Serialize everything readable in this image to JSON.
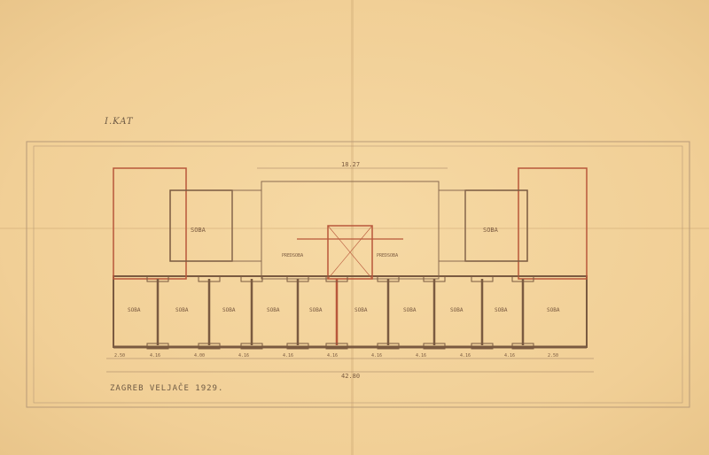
{
  "title": "I.KAT",
  "signature": "ZAGREB VELJAČE 1929.",
  "top_dimension": "18.27",
  "total_dimension": "42.80",
  "upper_rooms": [
    "SOBA",
    "SOBA"
  ],
  "halls": [
    "PREDSOBA",
    "PREDSOBA"
  ],
  "rooms": [
    "SOBA",
    "SOBA",
    "SOBA",
    "SOBA",
    "SOBA",
    "SOBA",
    "SOBA",
    "SOBA",
    "SOBA",
    "SOBA"
  ],
  "bay_dimensions": [
    "2.50",
    "4.16",
    "4.00",
    "4.16",
    "4.16",
    "4.16",
    "4.16",
    "4.16",
    "4.16",
    "4.16",
    "2.50"
  ],
  "colors": {
    "ink": "#7a5a40",
    "red": "#b8573b",
    "paper": "#f3d29c"
  }
}
